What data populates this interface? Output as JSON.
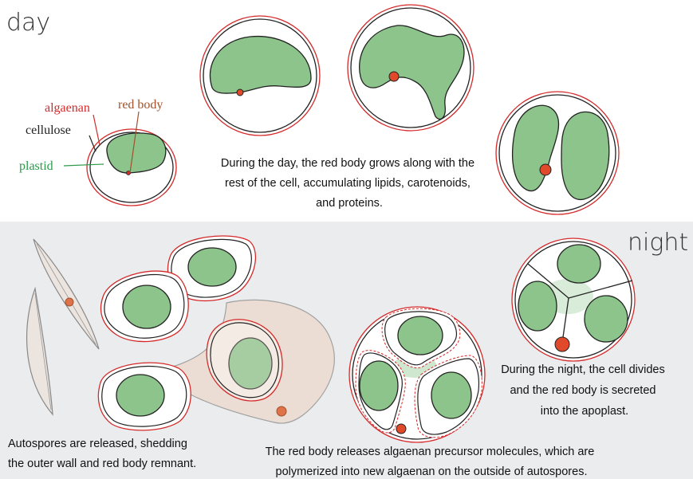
{
  "headings": {
    "day": "day",
    "night": "night"
  },
  "labels": {
    "algaenan": "algaenan",
    "red_body": "red body",
    "cellulose": "cellulose",
    "plastid": "plastid"
  },
  "captions": {
    "day": [
      "During the day, the red body grows along with the",
      "rest of the cell, accumulating lipids, carotenoids,",
      "and proteins."
    ],
    "night": [
      "During the night, the cell divides",
      "and the red body is secreted",
      "into the apoplast."
    ],
    "release": [
      "Autospores are released, shedding",
      "the outer wall and red body remnant."
    ],
    "polymerize": [
      "The red body releases algaenan precursor molecules, which are",
      "polymerized into new algaenan on the outside of autospores."
    ]
  },
  "colors": {
    "algaenan": "#d42a2a",
    "plastid": "#8cc48c",
    "red_body": "#e04a2a",
    "label_plastid": "#2a9a4a",
    "label_red_body": "#a0522d",
    "night_bg": "#ebecee",
    "remnant_fill": "#ecd8cc"
  }
}
